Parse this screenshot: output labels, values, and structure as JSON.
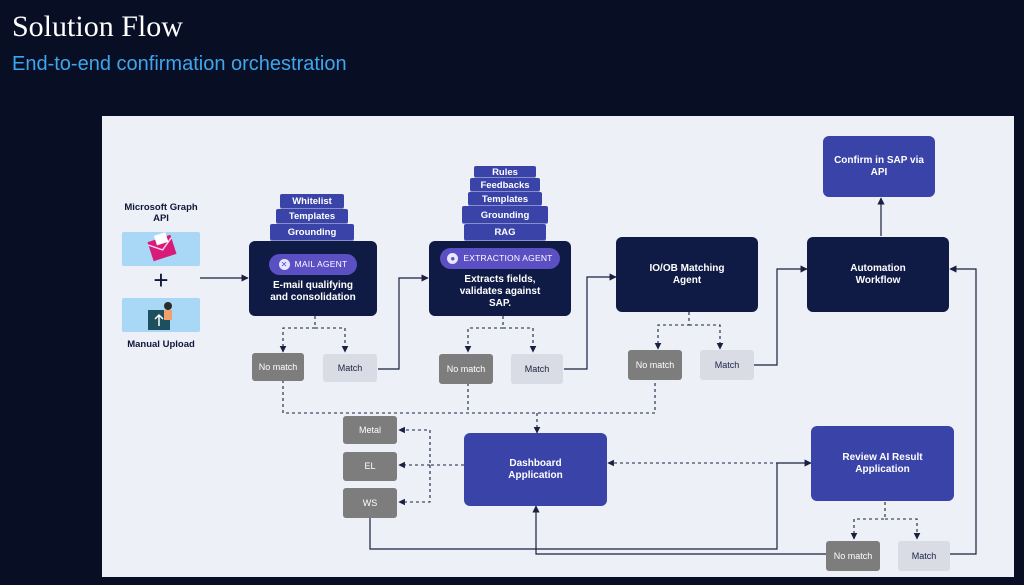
{
  "header": {
    "title": "Solution Flow",
    "subtitle": "End-to-end confirmation orchestration"
  },
  "inputs": {
    "graph_label": "Microsoft Graph API",
    "plus": "+",
    "upload_label": "Manual Upload"
  },
  "mail_agent": {
    "stack": [
      "Whitelist",
      "Templates",
      "Grounding"
    ],
    "pill": "MAIL AGENT",
    "text": "E-mail qualifying and consolidation",
    "no_match": "No match",
    "match": "Match"
  },
  "extraction_agent": {
    "stack": [
      "Rules",
      "Feedbacks",
      "Templates",
      "Grounding",
      "RAG"
    ],
    "pill": "EXTRACTION AGENT",
    "text": "Extracts fields, validates against SAP.",
    "no_match": "No match",
    "match": "Match"
  },
  "matching_agent": {
    "text": "IO/OB Matching Agent",
    "no_match": "No match",
    "match": "Match"
  },
  "automation": {
    "text": "Automation Workflow"
  },
  "confirm": {
    "text": "Confirm in SAP via API"
  },
  "dashboard": {
    "text": "Dashboard Application",
    "categories": [
      "Metal",
      "EL",
      "WS"
    ]
  },
  "review": {
    "text": "Review AI Result Application",
    "no_match": "No match",
    "match": "Match"
  },
  "colors": {
    "background": "#080f24",
    "canvas": "#edf0f6",
    "dark_node": "#0f1b45",
    "blue_node": "#3a43a8",
    "pill": "#5b4fc4",
    "no_match": "#7d7d7d",
    "match": "#d9dce5",
    "subtitle": "#3ea6ee"
  },
  "icons": [
    "envelope-icon",
    "plus-icon",
    "upload-icon",
    "gear-icon",
    "arrow-icon"
  ]
}
